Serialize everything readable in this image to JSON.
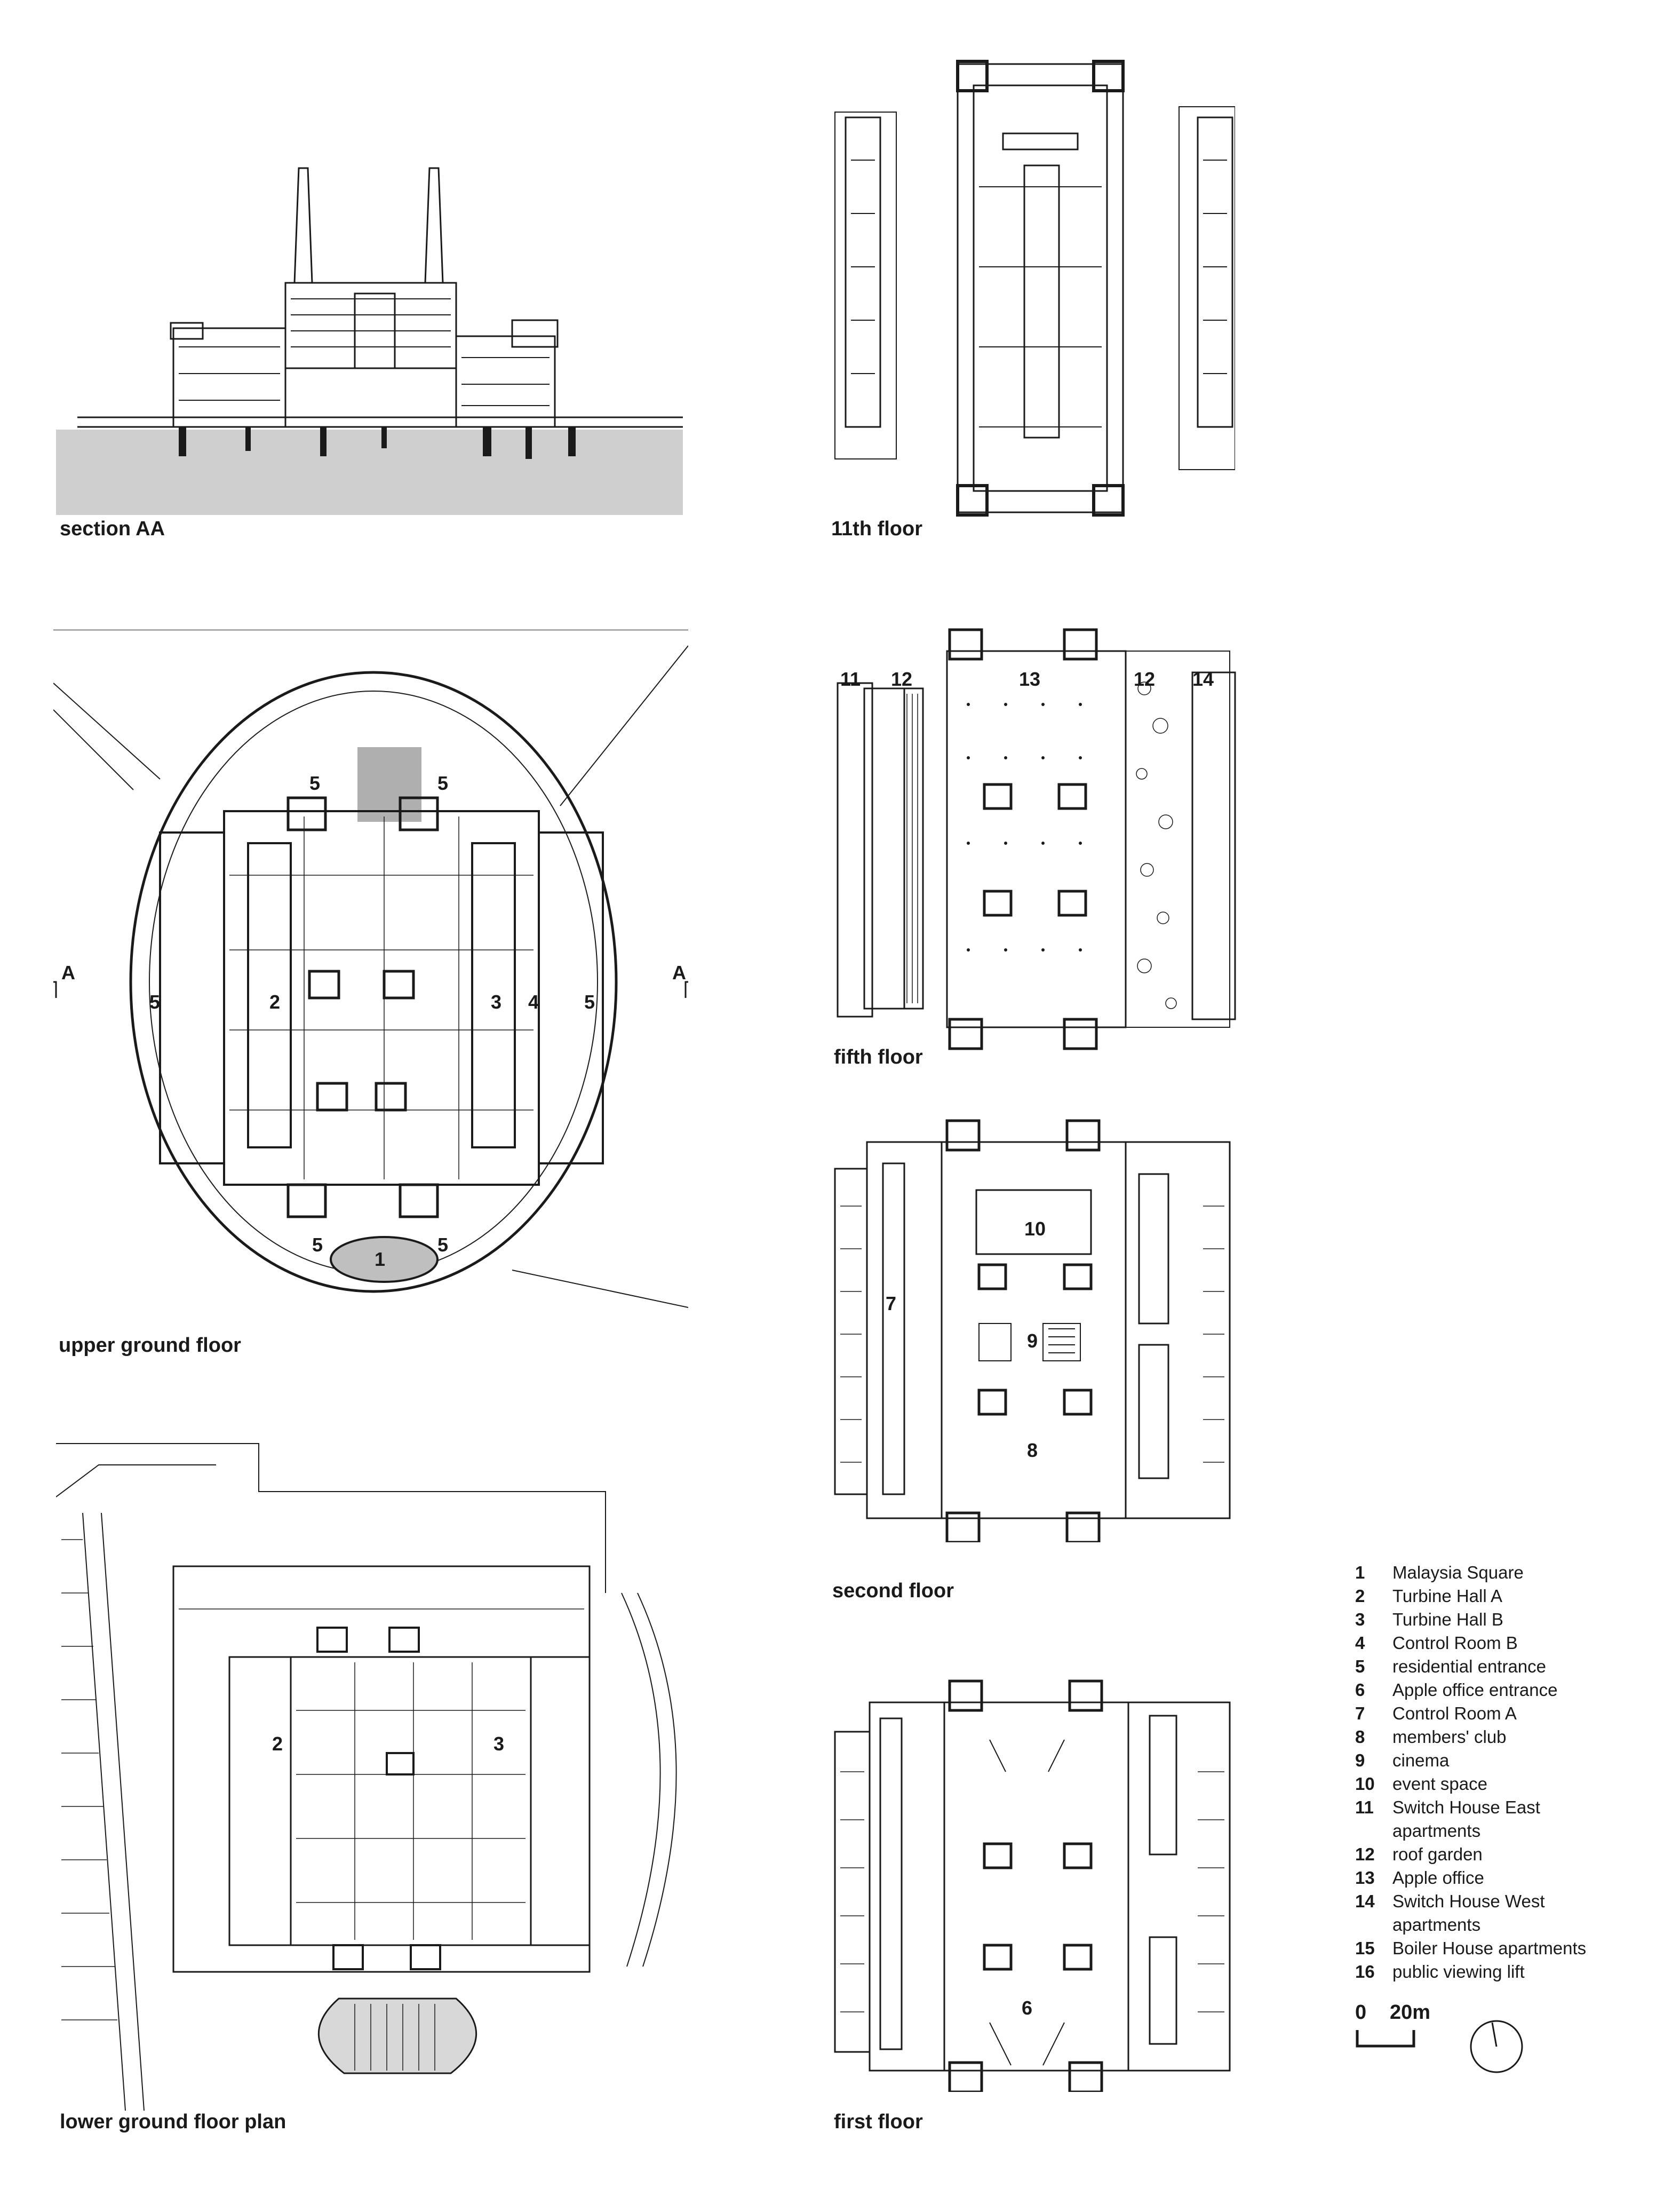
{
  "captions": {
    "section_aa": "section AA",
    "eleventh_floor": "11th floor",
    "upper_ground": "upper ground floor",
    "fifth_floor": "fifth floor",
    "second_floor": "second floor",
    "lower_ground": "lower ground floor plan",
    "first_floor": "first floor"
  },
  "section_markers": {
    "left": "A",
    "right": "A"
  },
  "plan_numbers": {
    "upper_ground": [
      "5",
      "5",
      "2",
      "3",
      "4",
      "5",
      "5",
      "5",
      "5",
      "1"
    ],
    "fifth_floor": [
      "11",
      "12",
      "13",
      "12",
      "14"
    ],
    "second_floor": [
      "10",
      "7",
      "9",
      "8"
    ],
    "lower_ground": [
      "2",
      "3"
    ],
    "first_floor": [
      "6"
    ]
  },
  "legend": [
    {
      "key": "1",
      "label": "Malaysia Square"
    },
    {
      "key": "2",
      "label": "Turbine Hall A"
    },
    {
      "key": "3",
      "label": "Turbine Hall B"
    },
    {
      "key": "4",
      "label": "Control Room B"
    },
    {
      "key": "5",
      "label": "residential entrance"
    },
    {
      "key": "6",
      "label": "Apple office entrance"
    },
    {
      "key": "7",
      "label": "Control Room A"
    },
    {
      "key": "8",
      "label": "members' club"
    },
    {
      "key": "9",
      "label": "cinema"
    },
    {
      "key": "10",
      "label": "event space"
    },
    {
      "key": "11",
      "label": "Switch House East"
    },
    {
      "key": "",
      "label": "apartments"
    },
    {
      "key": "12",
      "label": "roof garden"
    },
    {
      "key": "13",
      "label": "Apple office"
    },
    {
      "key": "14",
      "label": "Switch House West"
    },
    {
      "key": "",
      "label": "apartments"
    },
    {
      "key": "15",
      "label": "Boiler House apartments"
    },
    {
      "key": "16",
      "label": "public viewing lift"
    }
  ],
  "scale_bar": {
    "start": "0",
    "end": "20m"
  }
}
